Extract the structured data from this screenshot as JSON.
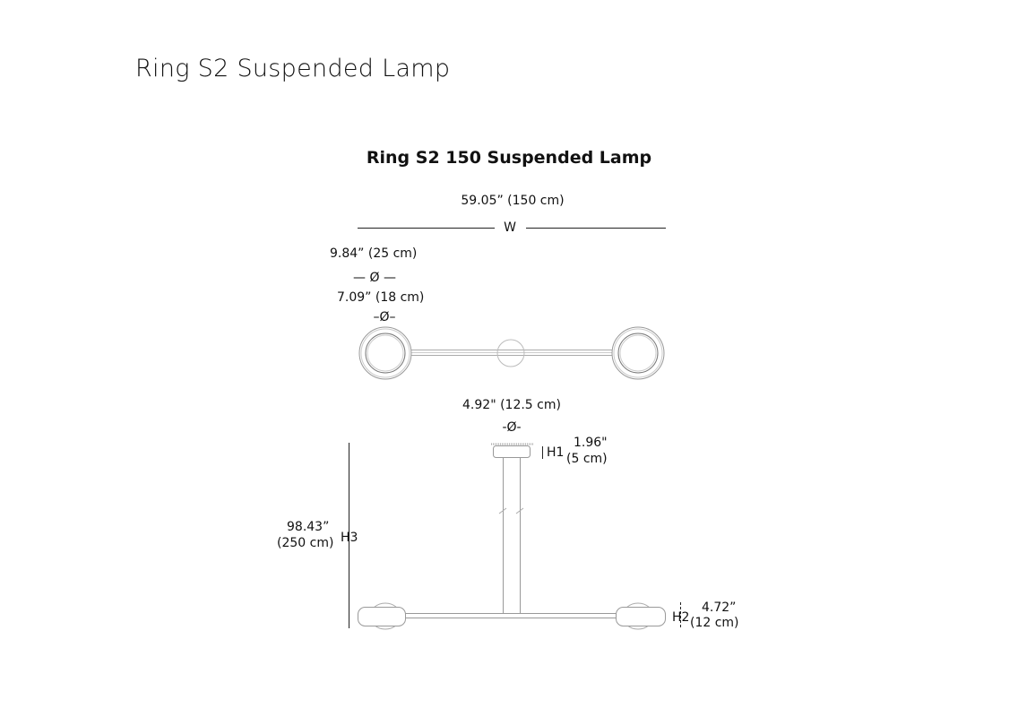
{
  "title": "Ring S2 Suspended Lamp",
  "subtitle": "Ring S2 150 Suspended Lamp",
  "top_view": {
    "width_dim": "59.05” (150 cm)",
    "width_label": "W",
    "outer_diameter": "9.84” (25 cm)",
    "outer_diameter_symbol": "— Ø —",
    "inner_diameter": "7.09” (18 cm)",
    "inner_diameter_symbol": "–Ø–"
  },
  "side_view": {
    "canopy_diameter": "4.92\" (12.5 cm)",
    "canopy_diameter_symbol": "-Ø-",
    "h1_label": "H1",
    "h1_in": "1.96\"",
    "h1_cm": "(5 cm)",
    "h3_label": "H3",
    "h3_in": "98.43”",
    "h3_cm": "(250 cm)",
    "h2_label": "H2",
    "h2_in": "4.72”",
    "h2_cm": "(12 cm)"
  }
}
